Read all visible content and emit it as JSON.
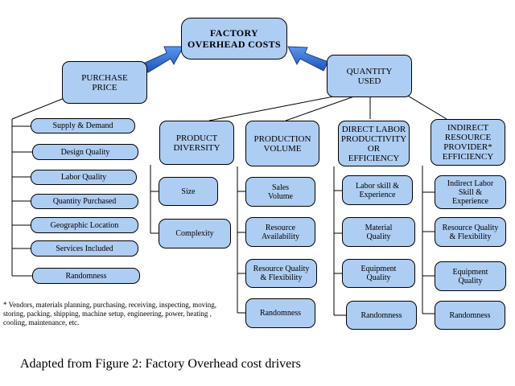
{
  "root": {
    "label": "FACTORY\nOVERHEAD COSTS"
  },
  "purchase_price": {
    "label": "PURCHASE\nPRICE"
  },
  "quantity_used": {
    "label": "QUANTITY\nUSED"
  },
  "purchase_items": [
    "Supply & Demand",
    "Design Quality",
    "Labor Quality",
    "Quantity Purchased",
    "Geographic Location",
    "Services Included",
    "Randomness"
  ],
  "categories": [
    {
      "label": "PRODUCT\nDIVERSITY",
      "items": [
        "Size",
        "Complexity"
      ]
    },
    {
      "label": "PRODUCTION\nVOLUME",
      "items": [
        "Sales\nVolume",
        "Resource\nAvailability",
        "Resource Quality\n& Flexibility",
        "Randomness"
      ]
    },
    {
      "label": "DIRECT LABOR\nPRODUCTIVITY\nOR EFFICIENCY",
      "items": [
        "Labor skill &\nExperience",
        "Material\nQuality",
        "Equipment\nQuality",
        "Randomness"
      ]
    },
    {
      "label": "INDIRECT\nRESOURCE\nPROVIDER*\nEFFICIENCY",
      "items": [
        "Indirect Labor\nSkill &\nExperience",
        "Resource Quality\n& Flexibility",
        "Equipment\nQuality",
        "Randomness"
      ]
    }
  ],
  "footnote": "* Vendors, materials planning, purchasing, receiving, inspecting, moving, storing, packing, shipping, machine setup, engineering, power, heating , cooling, maintenance, etc.",
  "caption": "Adapted from Figure 2: Factory Overhead cost drivers",
  "colors": {
    "box_fill": "#aecdf2",
    "arrow_fill": "#2f6fd6",
    "line": "#000000"
  }
}
